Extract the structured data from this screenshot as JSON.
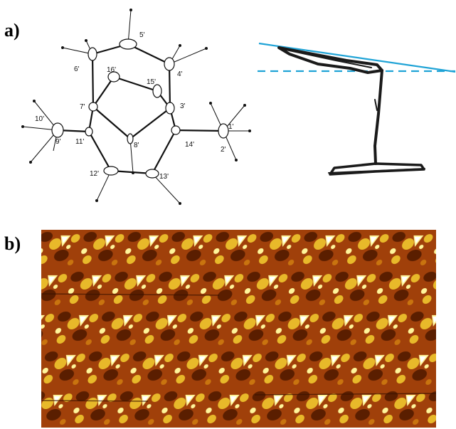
{
  "panels": [
    {
      "id": "a",
      "label": "a)"
    },
    {
      "id": "b",
      "label": "b)"
    }
  ],
  "molecule": {
    "atom_labels": [
      "1'",
      "2'",
      "3'",
      "4'",
      "5'",
      "6'",
      "7'",
      "8'",
      "9'",
      "10'",
      "11'",
      "12'",
      "13'",
      "14'",
      "15'",
      "16'"
    ]
  },
  "side_view": {
    "plane_line_color": "#1fa3d6",
    "reference_line_color": "#1fa3d6",
    "sketch_color": "#1a1a1a"
  },
  "stm_image": {
    "colormap": [
      "#6b2500",
      "#a0400a",
      "#c9740f",
      "#e8b92a",
      "#fff59a",
      "#ffffff"
    ]
  }
}
